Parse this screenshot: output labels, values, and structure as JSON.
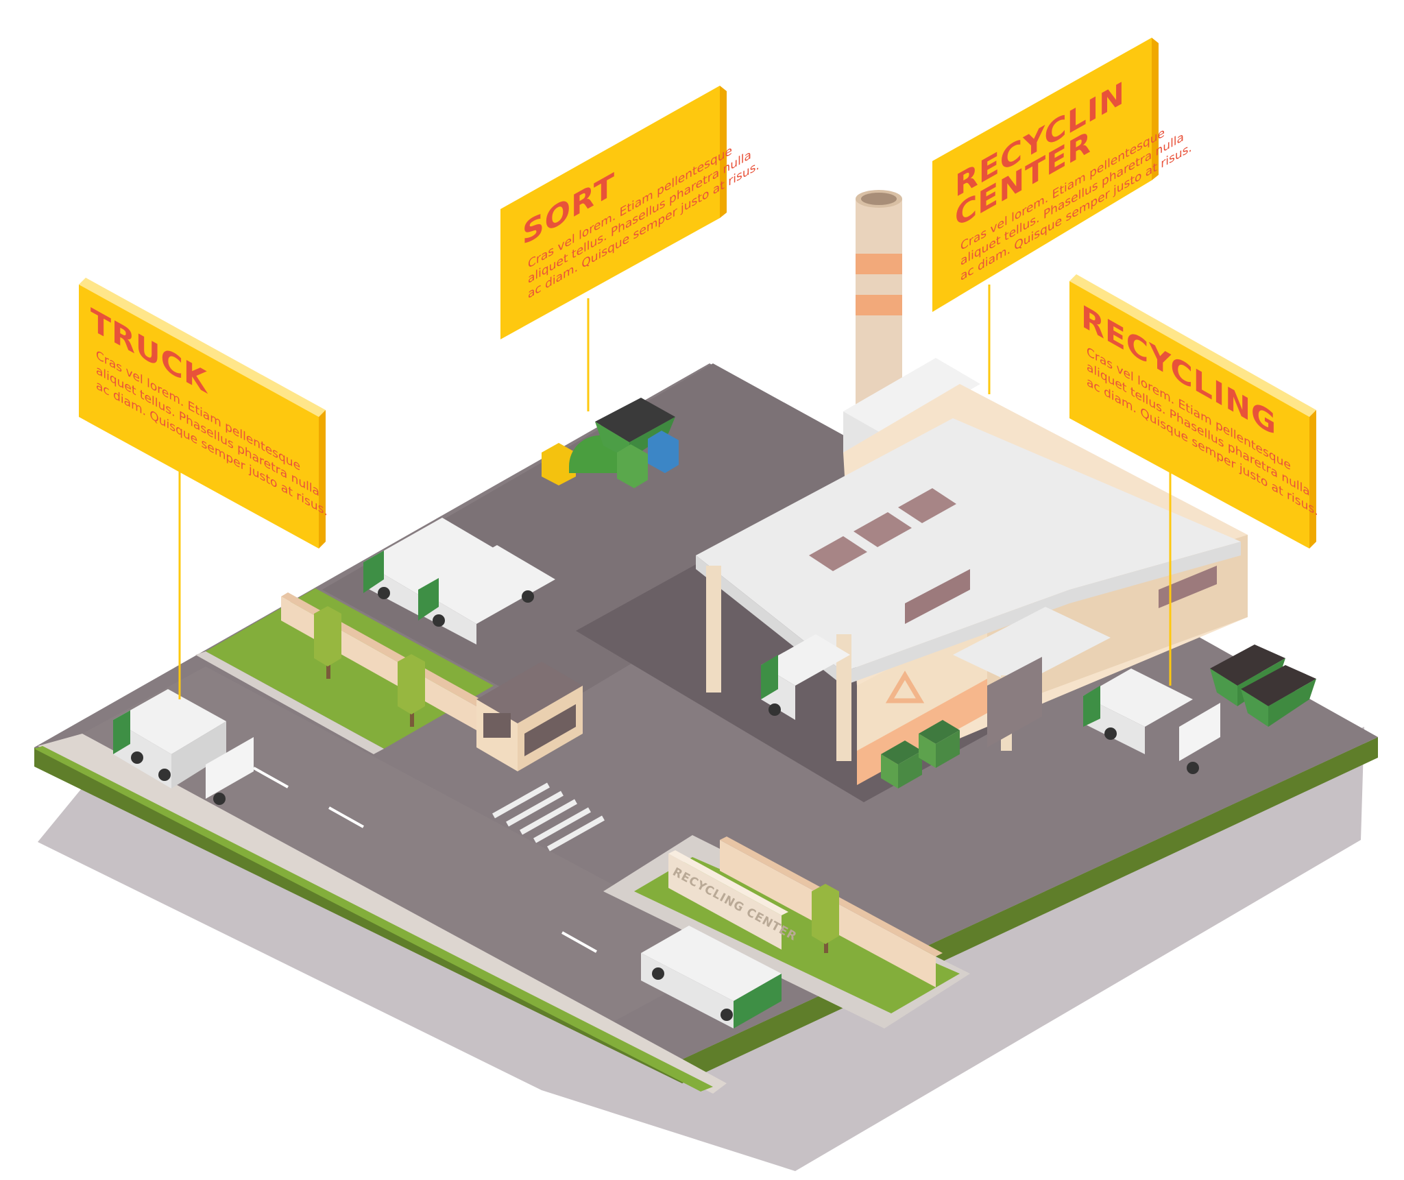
{
  "signs": {
    "truck": {
      "title": [
        "TRUCK"
      ],
      "body": [
        "Cras vel lorem. Etiam pellentesque",
        "aliquet tellus. Phasellus pharetra nulla",
        "ac diam. Quisque semper justo at risus."
      ]
    },
    "sort": {
      "title": [
        "SORT"
      ],
      "body": [
        "Cras vel lorem. Etiam pellentesque",
        "aliquet tellus. Phasellus pharetra nulla",
        "ac diam. Quisque semper justo at risus."
      ]
    },
    "recycling_center": {
      "title": [
        "RECYCLIN",
        "CENTER"
      ],
      "body": [
        "Cras vel lorem. Etiam pellentesque",
        "aliquet tellus. Phasellus pharetra nulla",
        "ac diam. Quisque semper justo at risus."
      ]
    },
    "recycling": {
      "title": [
        "RECYCLING"
      ],
      "body": [
        "Cras vel lorem. Etiam pellentesque",
        "aliquet tellus. Phasellus pharetra nulla",
        "ac diam. Quisque semper justo at risus."
      ]
    }
  },
  "entrance_sign": "RECYCLING CENTER",
  "colors": {
    "sign_yellow": "#fec80f",
    "sign_side": "#f0a800",
    "sign_text": "#e8523a",
    "asphalt": "#847a7d",
    "lawn": "#83ae3b",
    "truck_green": "#3e8f45"
  },
  "icons": {
    "recycle": "recycle-icon"
  }
}
